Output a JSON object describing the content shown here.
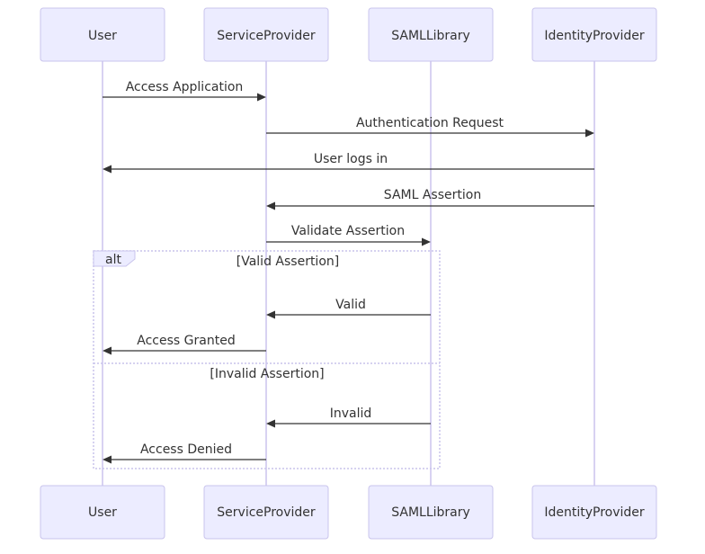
{
  "actors": [
    {
      "id": "user",
      "label": "User"
    },
    {
      "id": "sp",
      "label": "ServiceProvider"
    },
    {
      "id": "saml",
      "label": "SAMLLibrary"
    },
    {
      "id": "idp",
      "label": "IdentityProvider"
    }
  ],
  "messages": [
    {
      "from": "user",
      "to": "sp",
      "label": "Access Application"
    },
    {
      "from": "sp",
      "to": "idp",
      "label": "Authentication Request"
    },
    {
      "from": "idp",
      "to": "user",
      "label": "User logs in"
    },
    {
      "from": "idp",
      "to": "sp",
      "label": "SAML Assertion"
    },
    {
      "from": "sp",
      "to": "saml",
      "label": "Validate Assertion"
    },
    {
      "from": "saml",
      "to": "sp",
      "label": "Valid"
    },
    {
      "from": "sp",
      "to": "user",
      "label": "Access Granted"
    },
    {
      "from": "saml",
      "to": "sp",
      "label": "Invalid"
    },
    {
      "from": "sp",
      "to": "user",
      "label": "Access Denied"
    }
  ],
  "alt_block": {
    "keyword": "alt",
    "branches": [
      {
        "guard": "[Valid Assertion]"
      },
      {
        "guard": "[Invalid Assertion]"
      }
    ]
  }
}
